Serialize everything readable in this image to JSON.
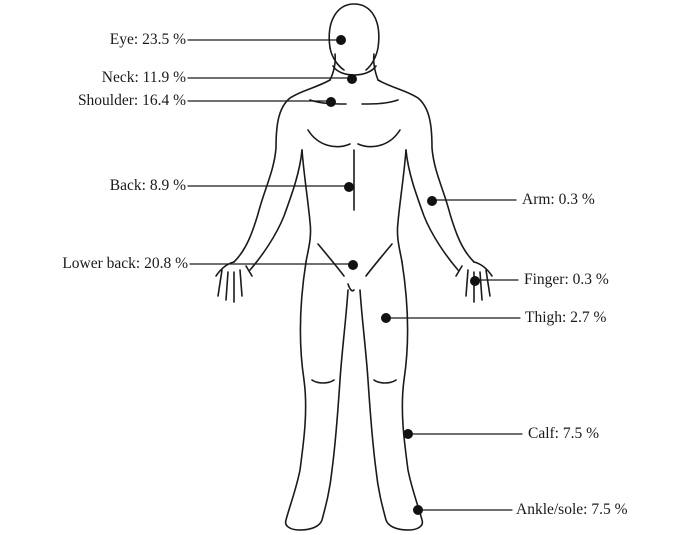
{
  "diagram": {
    "colors": {
      "line": "#1a1a1a",
      "dot": "#111111",
      "background": "#ffffff"
    },
    "labels": {
      "eye": "Eye: 23.5 %",
      "neck": "Neck: 11.9 %",
      "shoulder": "Shoulder: 16.4 %",
      "back": "Back: 8.9 %",
      "lower_back": "Lower back: 20.8 %",
      "arm": "Arm: 0.3 %",
      "finger": "Finger: 0.3 %",
      "thigh": "Thigh: 2.7 %",
      "calf": "Calf: 7.5 %",
      "ankle_sole": "Ankle/sole: 7.5 %"
    }
  }
}
